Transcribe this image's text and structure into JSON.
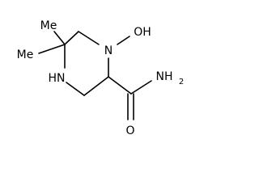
{
  "molecule": {
    "labels": {
      "me_top": "Me",
      "me_left": "Me",
      "n_hydroxyl": "N",
      "oh": "OH",
      "nh_ring": "HN",
      "o_carbonyl": "O",
      "nh2_main": "NH",
      "nh2_sub": "2"
    },
    "colors": {
      "bond": "#000000",
      "text": "#000000",
      "background": "#ffffff"
    }
  }
}
